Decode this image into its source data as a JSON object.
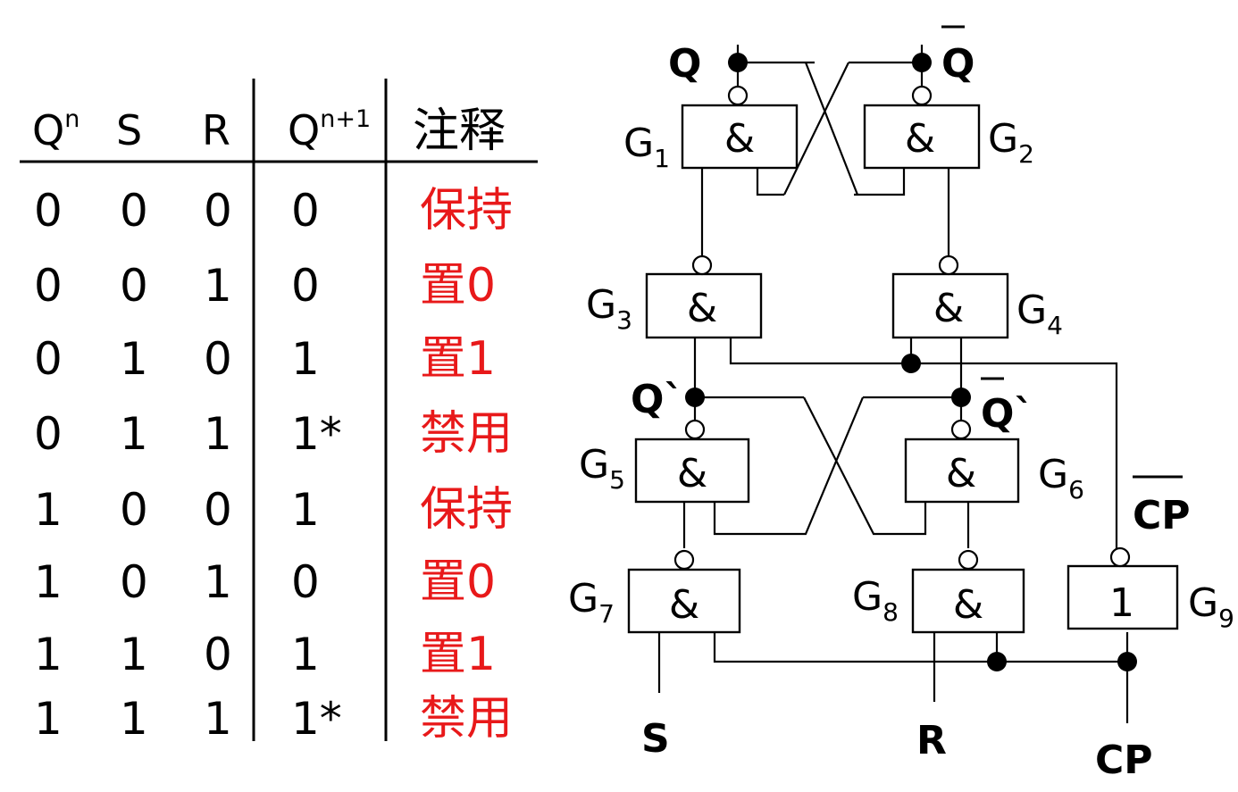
{
  "table": {
    "headers": {
      "qn": "Q",
      "qn_sup": "n",
      "s": "S",
      "r": "R",
      "qn1": "Q",
      "qn1_sup": "n+1",
      "note": "注释"
    },
    "rows": [
      {
        "qn": "0",
        "s": "0",
        "r": "0",
        "qn1": "0",
        "note": "保持"
      },
      {
        "qn": "0",
        "s": "0",
        "r": "1",
        "qn1": "0",
        "note": "置0"
      },
      {
        "qn": "0",
        "s": "1",
        "r": "0",
        "qn1": "1",
        "note": "置1"
      },
      {
        "qn": "0",
        "s": "1",
        "r": "1",
        "qn1": "1*",
        "note": "禁用"
      },
      {
        "qn": "1",
        "s": "0",
        "r": "0",
        "qn1": "1",
        "note": "保持"
      },
      {
        "qn": "1",
        "s": "0",
        "r": "1",
        "qn1": "0",
        "note": "置0"
      },
      {
        "qn": "1",
        "s": "1",
        "r": "0",
        "qn1": "1",
        "note": "置1"
      },
      {
        "qn": "1",
        "s": "1",
        "r": "1",
        "qn1": "1*",
        "note": "禁用"
      }
    ]
  },
  "diagram": {
    "gates": [
      {
        "id": "g1",
        "symbol": "&",
        "label": "G",
        "sub": "1"
      },
      {
        "id": "g2",
        "symbol": "&",
        "label": "G",
        "sub": "2"
      },
      {
        "id": "g3",
        "symbol": "&",
        "label": "G",
        "sub": "3"
      },
      {
        "id": "g4",
        "symbol": "&",
        "label": "G",
        "sub": "4"
      },
      {
        "id": "g5",
        "symbol": "&",
        "label": "G",
        "sub": "5"
      },
      {
        "id": "g6",
        "symbol": "&",
        "label": "G",
        "sub": "6"
      },
      {
        "id": "g7",
        "symbol": "&",
        "label": "G",
        "sub": "7"
      },
      {
        "id": "g8",
        "symbol": "&",
        "label": "G",
        "sub": "8"
      },
      {
        "id": "g9",
        "symbol": "1",
        "label": "G",
        "sub": "9"
      }
    ],
    "signals": {
      "q": "Q",
      "q_bar": "Q",
      "q_prime": "Q`",
      "q_prime_bar": "Q`",
      "cp_bar": "CP",
      "s": "S",
      "r": "R",
      "cp": "CP"
    }
  },
  "colors": {
    "note": "#e8191a",
    "ink": "#000000"
  }
}
